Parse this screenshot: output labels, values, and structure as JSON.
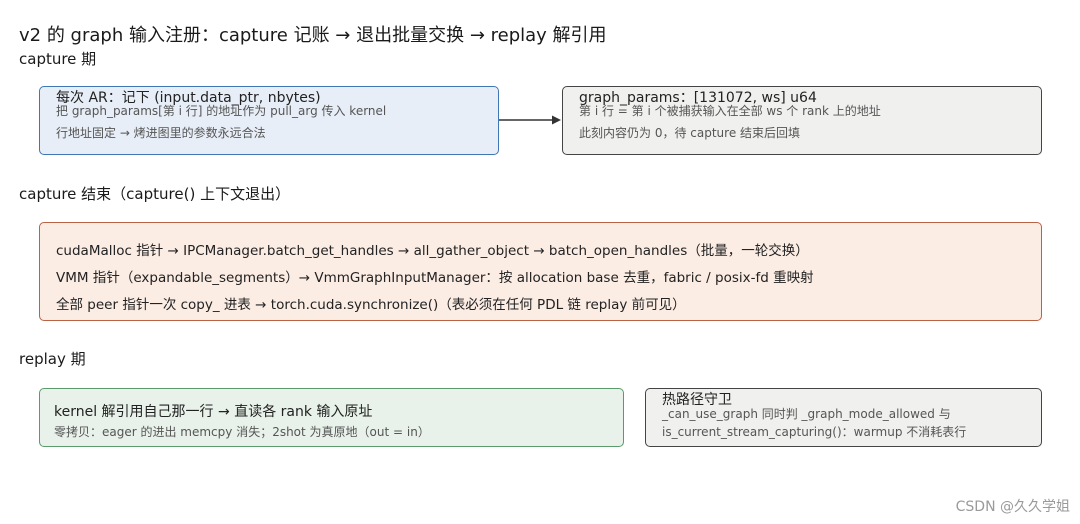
{
  "title": "v2 的 graph 输入注册：capture 记账 → 退出批量交换 → replay 解引用",
  "sections": {
    "capture": "capture 期",
    "capture_end": "capture 结束（capture() 上下文退出）",
    "replay": "replay 期"
  },
  "boxes": {
    "record": {
      "head": "每次 AR：记下 (input.data_ptr, nbytes)",
      "lines": [
        "把 graph_params[第 i 行] 的地址作为 pull_arg 传入 kernel",
        "行地址固定 → 烤进图里的参数永远合法"
      ]
    },
    "params": {
      "head": "graph_params：[131072, ws] u64",
      "lines": [
        "第 i 行 = 第 i 个被捕获输入在全部 ws 个 rank 上的地址",
        "此刻内容仍为 0，待 capture 结束后回填"
      ]
    },
    "exchange": {
      "lines": [
        "cudaMalloc 指针 → IPCManager.batch_get_handles → all_gather_object → batch_open_handles（批量，一轮交换）",
        "VMM 指针（expandable_segments）→ VmmGraphInputManager：按 allocation base 去重，fabric / posix-fd 重映射",
        "全部 peer 指针一次 copy_ 进表 → torch.cuda.synchronize()（表必须在任何 PDL 链 replay 前可见）"
      ]
    },
    "kernel": {
      "head": "kernel 解引用自己那一行 → 直读各 rank 输入原址",
      "lines": [
        "零拷贝：eager 的进出 memcpy 消失；2shot 为真原地（out = in）"
      ]
    },
    "hotpath": {
      "head": "热路径守卫",
      "lines": [
        "_can_use_graph 同时判 _graph_mode_allowed 与",
        "is_current_stream_capturing()：warmup 不消耗表行"
      ]
    }
  },
  "watermark": "CSDN @久久学姐"
}
